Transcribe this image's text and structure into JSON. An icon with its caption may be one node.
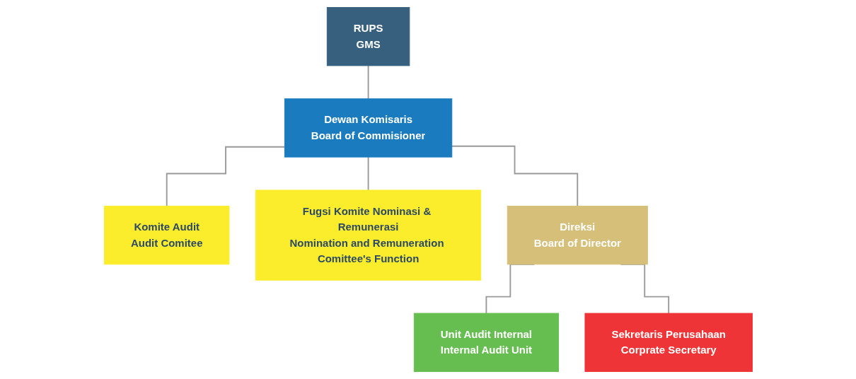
{
  "diagram": {
    "nodes": [
      {
        "text": [
          "RUPS",
          "GMS"
        ]
      },
      {
        "text": [
          "Dewan Komisaris",
          "Board of Commisioner"
        ]
      },
      {
        "text": [
          "Komite Audit",
          "Audit Comitee"
        ]
      },
      {
        "text": [
          "Fugsi Komite Nominasi & Remunerasi",
          "Nomination and Remuneration Comittee's Function"
        ]
      },
      {
        "text": [
          "Unit Audit Internal",
          "Internal Audit Unit"
        ]
      },
      {
        "text": [
          "Direksi",
          "Board of Director"
        ]
      },
      {
        "text": [
          "Sekretaris Perusahaan",
          "Corprate Secretary"
        ]
      }
    ],
    "edges": [
      {
        "from": 0,
        "to": 1,
        "arrow": "none"
      },
      {
        "from": 1,
        "to": 2,
        "arrow": "none"
      },
      {
        "from": 1,
        "to": 3,
        "arrow": "none"
      },
      {
        "from": 1,
        "to": 5,
        "arrow": "none"
      },
      {
        "from": 5,
        "to": 4,
        "arrow": "none"
      },
      {
        "from": 5,
        "to": 6,
        "arrow": "none"
      }
    ]
  }
}
